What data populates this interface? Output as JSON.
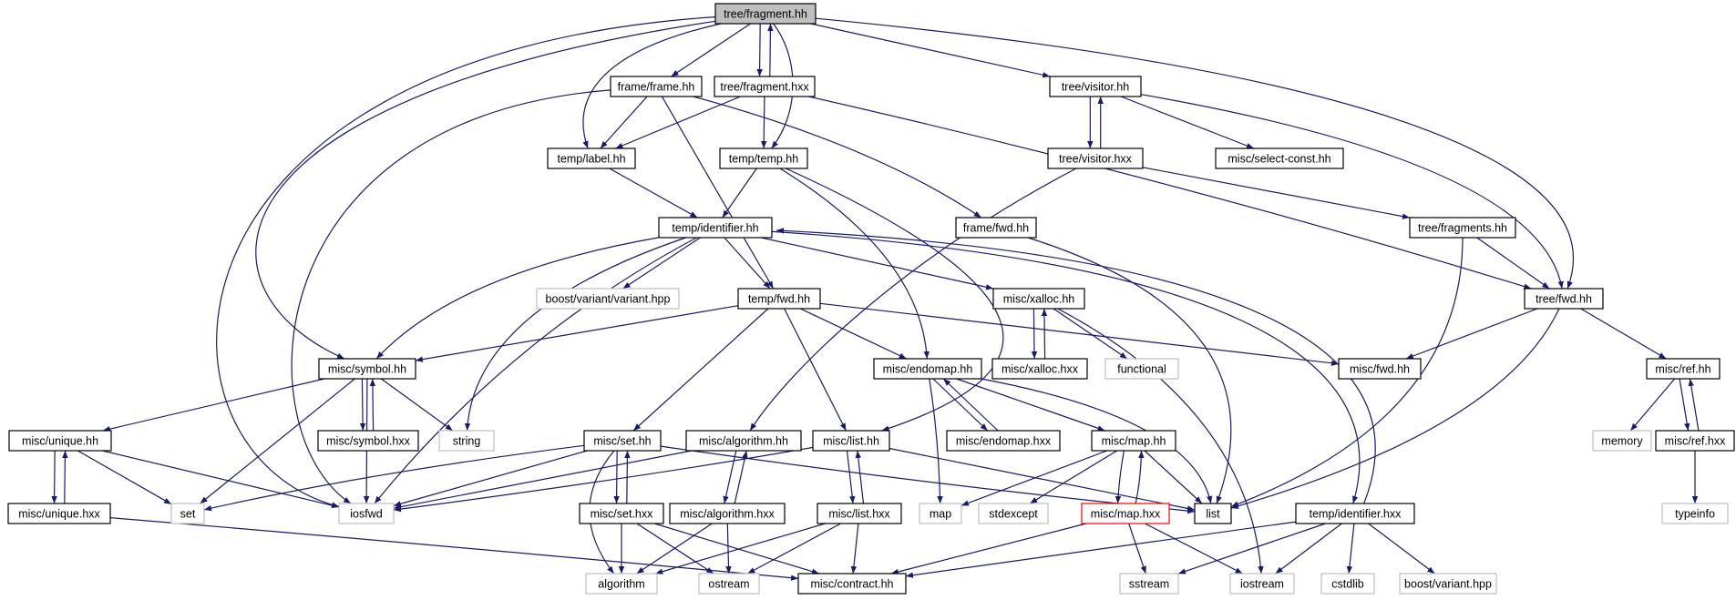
{
  "diagram": {
    "title": "",
    "colors": {
      "edge": "#191970",
      "node_border": "#000000",
      "node_fill": "#ffffff",
      "focus_fill": "#bfbfbf",
      "external_border": "#bfbfbf",
      "highlight_border": "#ff0000"
    },
    "nodes": [
      {
        "id": "tree_fragment_hh",
        "label": "tree/fragment.hh",
        "kind": "focus"
      },
      {
        "id": "frame_frame_hh",
        "label": "frame/frame.hh",
        "kind": "file"
      },
      {
        "id": "tree_fragment_hxx",
        "label": "tree/fragment.hxx",
        "kind": "file"
      },
      {
        "id": "tree_visitor_hh",
        "label": "tree/visitor.hh",
        "kind": "file"
      },
      {
        "id": "temp_label_hh",
        "label": "temp/label.hh",
        "kind": "file"
      },
      {
        "id": "temp_temp_hh",
        "label": "temp/temp.hh",
        "kind": "file"
      },
      {
        "id": "tree_visitor_hxx",
        "label": "tree/visitor.hxx",
        "kind": "file"
      },
      {
        "id": "misc_select_const_hh",
        "label": "misc/select-const.hh",
        "kind": "file"
      },
      {
        "id": "temp_identifier_hh",
        "label": "temp/identifier.hh",
        "kind": "file"
      },
      {
        "id": "frame_fwd_hh",
        "label": "frame/fwd.hh",
        "kind": "file"
      },
      {
        "id": "tree_fragments_hh",
        "label": "tree/fragments.hh",
        "kind": "file"
      },
      {
        "id": "boost_variant_variant_hpp",
        "label": "boost/variant/variant.hpp",
        "kind": "external"
      },
      {
        "id": "temp_fwd_hh",
        "label": "temp/fwd.hh",
        "kind": "file"
      },
      {
        "id": "misc_xalloc_hh",
        "label": "misc/xalloc.hh",
        "kind": "file"
      },
      {
        "id": "tree_fwd_hh",
        "label": "tree/fwd.hh",
        "kind": "file"
      },
      {
        "id": "misc_symbol_hh",
        "label": "misc/symbol.hh",
        "kind": "file"
      },
      {
        "id": "misc_endomap_hh",
        "label": "misc/endomap.hh",
        "kind": "file"
      },
      {
        "id": "misc_xalloc_hxx",
        "label": "misc/xalloc.hxx",
        "kind": "file"
      },
      {
        "id": "functional",
        "label": "functional",
        "kind": "external"
      },
      {
        "id": "misc_fwd_hh",
        "label": "misc/fwd.hh",
        "kind": "file"
      },
      {
        "id": "misc_ref_hh",
        "label": "misc/ref.hh",
        "kind": "file"
      },
      {
        "id": "misc_unique_hh",
        "label": "misc/unique.hh",
        "kind": "file"
      },
      {
        "id": "misc_symbol_hxx",
        "label": "misc/symbol.hxx",
        "kind": "file"
      },
      {
        "id": "string",
        "label": "string",
        "kind": "external"
      },
      {
        "id": "misc_set_hh",
        "label": "misc/set.hh",
        "kind": "file"
      },
      {
        "id": "misc_algorithm_hh",
        "label": "misc/algorithm.hh",
        "kind": "file"
      },
      {
        "id": "misc_list_hh",
        "label": "misc/list.hh",
        "kind": "file"
      },
      {
        "id": "misc_endomap_hxx",
        "label": "misc/endomap.hxx",
        "kind": "file"
      },
      {
        "id": "misc_map_hh",
        "label": "misc/map.hh",
        "kind": "file"
      },
      {
        "id": "memory",
        "label": "memory",
        "kind": "external"
      },
      {
        "id": "misc_ref_hxx",
        "label": "misc/ref.hxx",
        "kind": "file"
      },
      {
        "id": "misc_unique_hxx",
        "label": "misc/unique.hxx",
        "kind": "file"
      },
      {
        "id": "set",
        "label": "set",
        "kind": "external"
      },
      {
        "id": "iosfwd",
        "label": "iosfwd",
        "kind": "external"
      },
      {
        "id": "misc_set_hxx",
        "label": "misc/set.hxx",
        "kind": "file"
      },
      {
        "id": "misc_algorithm_hxx",
        "label": "misc/algorithm.hxx",
        "kind": "file"
      },
      {
        "id": "misc_list_hxx",
        "label": "misc/list.hxx",
        "kind": "file"
      },
      {
        "id": "map",
        "label": "map",
        "kind": "external"
      },
      {
        "id": "stdexcept",
        "label": "stdexcept",
        "kind": "external"
      },
      {
        "id": "misc_map_hxx",
        "label": "misc/map.hxx",
        "kind": "highlight"
      },
      {
        "id": "list",
        "label": "list",
        "kind": "file"
      },
      {
        "id": "temp_identifier_hxx",
        "label": "temp/identifier.hxx",
        "kind": "file"
      },
      {
        "id": "typeinfo",
        "label": "typeinfo",
        "kind": "external"
      },
      {
        "id": "algorithm",
        "label": "algorithm",
        "kind": "external"
      },
      {
        "id": "ostream",
        "label": "ostream",
        "kind": "external"
      },
      {
        "id": "misc_contract_hh",
        "label": "misc/contract.hh",
        "kind": "file"
      },
      {
        "id": "sstream",
        "label": "sstream",
        "kind": "external"
      },
      {
        "id": "iostream",
        "label": "iostream",
        "kind": "external"
      },
      {
        "id": "cstdlib",
        "label": "cstdlib",
        "kind": "external"
      },
      {
        "id": "boost_variant_hpp",
        "label": "boost/variant.hpp",
        "kind": "external"
      }
    ],
    "edges": [
      [
        "tree_fragment_hh",
        "frame_frame_hh"
      ],
      [
        "tree_fragment_hh",
        "tree_fragment_hxx"
      ],
      [
        "tree_fragment_hxx",
        "tree_fragment_hh"
      ],
      [
        "tree_fragment_hh",
        "tree_visitor_hh"
      ],
      [
        "tree_fragment_hh",
        "temp_label_hh"
      ],
      [
        "tree_fragment_hh",
        "temp_temp_hh"
      ],
      [
        "tree_fragment_hh",
        "tree_fwd_hh"
      ],
      [
        "tree_fragment_hh",
        "misc_symbol_hh"
      ],
      [
        "tree_fragment_hh",
        "iosfwd"
      ],
      [
        "frame_frame_hh",
        "temp_label_hh"
      ],
      [
        "frame_frame_hh",
        "temp_fwd_hh"
      ],
      [
        "frame_frame_hh",
        "frame_fwd_hh"
      ],
      [
        "frame_frame_hh",
        "iosfwd"
      ],
      [
        "tree_fragment_hxx",
        "temp_label_hh"
      ],
      [
        "tree_fragment_hxx",
        "temp_temp_hh"
      ],
      [
        "tree_fragment_hxx",
        "tree_fwd_hh"
      ],
      [
        "tree_visitor_hh",
        "tree_visitor_hxx"
      ],
      [
        "tree_visitor_hxx",
        "tree_visitor_hh"
      ],
      [
        "tree_visitor_hh",
        "misc_select_const_hh"
      ],
      [
        "tree_visitor_hh",
        "tree_fwd_hh"
      ],
      [
        "tree_visitor_hxx",
        "tree_fragments_hh"
      ],
      [
        "tree_visitor_hxx",
        "misc_algorithm_hh"
      ],
      [
        "temp_label_hh",
        "temp_identifier_hh"
      ],
      [
        "temp_temp_hh",
        "temp_identifier_hh"
      ],
      [
        "temp_temp_hh",
        "misc_endomap_hh"
      ],
      [
        "temp_temp_hh",
        "misc_list_hh"
      ],
      [
        "temp_identifier_hh",
        "boost_variant_variant_hpp"
      ],
      [
        "temp_identifier_hh",
        "temp_fwd_hh"
      ],
      [
        "temp_identifier_hh",
        "misc_xalloc_hh"
      ],
      [
        "temp_identifier_hh",
        "misc_symbol_hh"
      ],
      [
        "temp_identifier_hh",
        "string"
      ],
      [
        "temp_identifier_hh",
        "iosfwd"
      ],
      [
        "temp_identifier_hh",
        "temp_identifier_hxx"
      ],
      [
        "temp_identifier_hxx",
        "temp_identifier_hh"
      ],
      [
        "frame_fwd_hh",
        "list"
      ],
      [
        "tree_fragments_hh",
        "tree_fwd_hh"
      ],
      [
        "tree_fragments_hh",
        "list"
      ],
      [
        "temp_fwd_hh",
        "misc_symbol_hh"
      ],
      [
        "temp_fwd_hh",
        "misc_endomap_hh"
      ],
      [
        "temp_fwd_hh",
        "misc_fwd_hh"
      ],
      [
        "temp_fwd_hh",
        "misc_set_hh"
      ],
      [
        "temp_fwd_hh",
        "misc_list_hh"
      ],
      [
        "misc_xalloc_hh",
        "misc_xalloc_hxx"
      ],
      [
        "misc_xalloc_hxx",
        "misc_xalloc_hh"
      ],
      [
        "misc_xalloc_hh",
        "functional"
      ],
      [
        "misc_xalloc_hh",
        "iostream"
      ],
      [
        "tree_fwd_hh",
        "misc_fwd_hh"
      ],
      [
        "tree_fwd_hh",
        "misc_ref_hh"
      ],
      [
        "tree_fwd_hh",
        "list"
      ],
      [
        "misc_symbol_hh",
        "misc_unique_hh"
      ],
      [
        "misc_symbol_hh",
        "misc_symbol_hxx"
      ],
      [
        "misc_symbol_hxx",
        "misc_symbol_hh"
      ],
      [
        "misc_symbol_hh",
        "string"
      ],
      [
        "misc_symbol_hh",
        "set"
      ],
      [
        "misc_symbol_hh",
        "iosfwd"
      ],
      [
        "misc_endomap_hh",
        "misc_endomap_hxx"
      ],
      [
        "misc_endomap_hxx",
        "misc_endomap_hh"
      ],
      [
        "misc_endomap_hh",
        "misc_map_hh"
      ],
      [
        "misc_endomap_hh",
        "map"
      ],
      [
        "misc_endomap_hh",
        "list"
      ],
      [
        "misc_ref_hh",
        "memory"
      ],
      [
        "misc_ref_hh",
        "misc_ref_hxx"
      ],
      [
        "misc_ref_hxx",
        "misc_ref_hh"
      ],
      [
        "misc_ref_hxx",
        "typeinfo"
      ],
      [
        "misc_unique_hh",
        "misc_unique_hxx"
      ],
      [
        "misc_unique_hxx",
        "misc_unique_hh"
      ],
      [
        "misc_unique_hh",
        "set"
      ],
      [
        "misc_unique_hh",
        "iosfwd"
      ],
      [
        "misc_unique_hxx",
        "misc_contract_hh"
      ],
      [
        "misc_set_hh",
        "misc_set_hxx"
      ],
      [
        "misc_set_hxx",
        "misc_set_hh"
      ],
      [
        "misc_set_hh",
        "set"
      ],
      [
        "misc_set_hh",
        "iosfwd"
      ],
      [
        "misc_set_hh",
        "algorithm"
      ],
      [
        "misc_set_hh",
        "list"
      ],
      [
        "misc_algorithm_hh",
        "misc_algorithm_hxx"
      ],
      [
        "misc_algorithm_hxx",
        "misc_algorithm_hh"
      ],
      [
        "misc_algorithm_hh",
        "iosfwd"
      ],
      [
        "misc_list_hh",
        "misc_list_hxx"
      ],
      [
        "misc_list_hxx",
        "misc_list_hh"
      ],
      [
        "misc_list_hh",
        "iosfwd"
      ],
      [
        "misc_list_hh",
        "list"
      ],
      [
        "misc_map_hh",
        "misc_map_hxx"
      ],
      [
        "misc_map_hxx",
        "misc_map_hh"
      ],
      [
        "misc_map_hh",
        "map"
      ],
      [
        "misc_map_hh",
        "stdexcept"
      ],
      [
        "misc_map_hh",
        "list"
      ],
      [
        "misc_set_hxx",
        "algorithm"
      ],
      [
        "misc_set_hxx",
        "ostream"
      ],
      [
        "misc_set_hxx",
        "misc_contract_hh"
      ],
      [
        "misc_algorithm_hxx",
        "algorithm"
      ],
      [
        "misc_algorithm_hxx",
        "ostream"
      ],
      [
        "misc_list_hxx",
        "algorithm"
      ],
      [
        "misc_list_hxx",
        "ostream"
      ],
      [
        "misc_list_hxx",
        "misc_contract_hh"
      ],
      [
        "misc_map_hxx",
        "misc_contract_hh"
      ],
      [
        "misc_map_hxx",
        "sstream"
      ],
      [
        "misc_map_hxx",
        "iostream"
      ],
      [
        "temp_identifier_hxx",
        "misc_contract_hh"
      ],
      [
        "temp_identifier_hxx",
        "sstream"
      ],
      [
        "temp_identifier_hxx",
        "iostream"
      ],
      [
        "temp_identifier_hxx",
        "cstdlib"
      ],
      [
        "temp_identifier_hxx",
        "boost_variant_hpp"
      ]
    ]
  }
}
